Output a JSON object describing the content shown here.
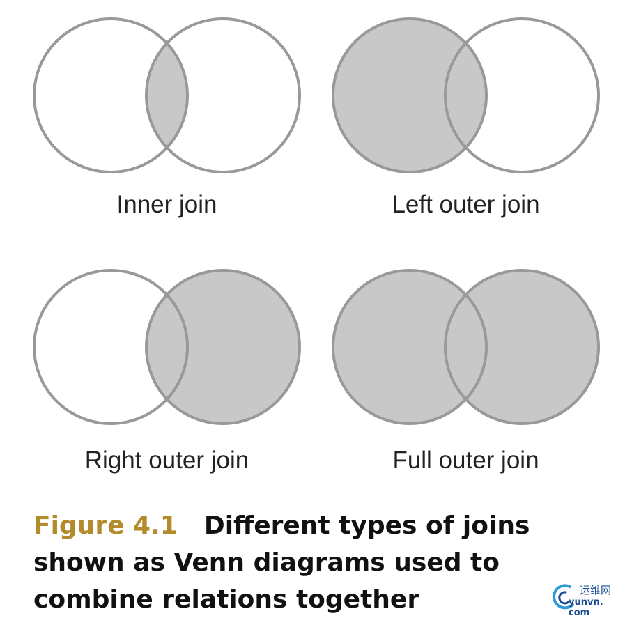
{
  "colors": {
    "stroke": "#999999",
    "fill": "#c8c8c8",
    "background": "#ffffff",
    "caption_number": "#b38b2a",
    "caption_text": "#111111",
    "label_text": "#222222"
  },
  "diagrams": [
    {
      "label": "Inner join",
      "fill_left_only": false,
      "fill_intersection": true,
      "fill_right_only": false
    },
    {
      "label": "Left outer join",
      "fill_left_only": true,
      "fill_intersection": true,
      "fill_right_only": false
    },
    {
      "label": "Right outer join",
      "fill_left_only": false,
      "fill_intersection": true,
      "fill_right_only": true
    },
    {
      "label": "Full outer join",
      "fill_left_only": true,
      "fill_intersection": true,
      "fill_right_only": true
    }
  ],
  "caption": {
    "number": "Figure 4.1",
    "text": "Different types of joins shown as Venn diagrams used to combine relations together"
  },
  "watermark": {
    "cn": "运维网",
    "en": "yunvn. com"
  }
}
